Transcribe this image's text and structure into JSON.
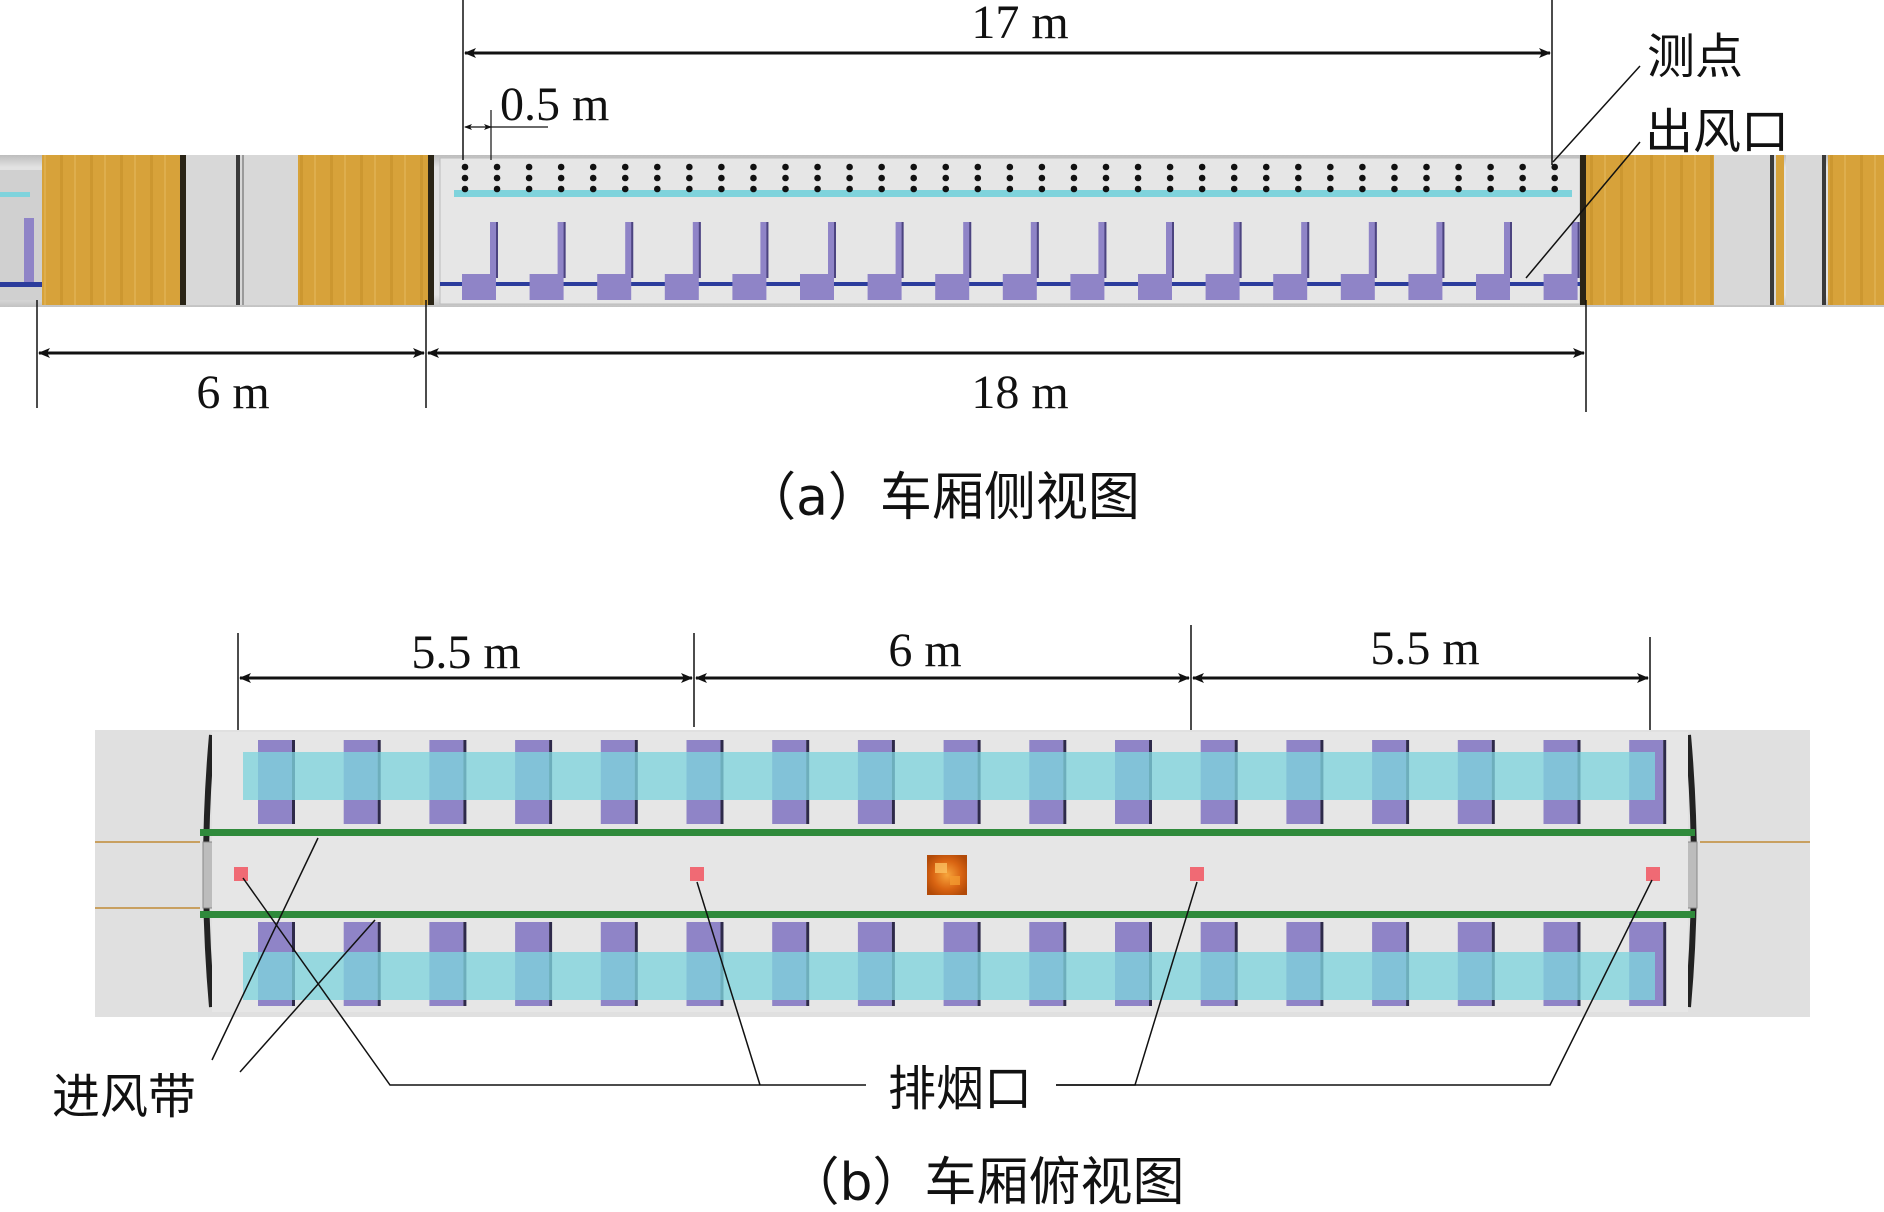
{
  "panel_a": {
    "caption": "（a）车厢侧视图",
    "dims": {
      "top_17m": "17 m",
      "small_05m": "0.5 m",
      "bottom_6m": "6 m",
      "bottom_18m": "18 m"
    },
    "callouts": {
      "measure_point": "测点",
      "air_outlet": "出风口"
    }
  },
  "panel_b": {
    "caption": "（b）车厢俯视图",
    "dims": {
      "left_55m": "5.5 m",
      "mid_6m": "6 m",
      "right_55m": "5.5 m"
    },
    "callouts": {
      "air_inlet_band": "进风带",
      "smoke_vent": "排烟口"
    }
  },
  "colors": {
    "car_wall": "#dcdcdc",
    "wood_panel": "#d9a63e",
    "seat": "#8f84c7",
    "rail_blue": "#2b3c9c",
    "cyan_band": "#7fd3dc",
    "green_strip": "#2f8a3b",
    "smoke_vent": "#f06a74",
    "fire_source": "#e06a10"
  },
  "icons": {
    "fire": "fire-source-icon"
  }
}
